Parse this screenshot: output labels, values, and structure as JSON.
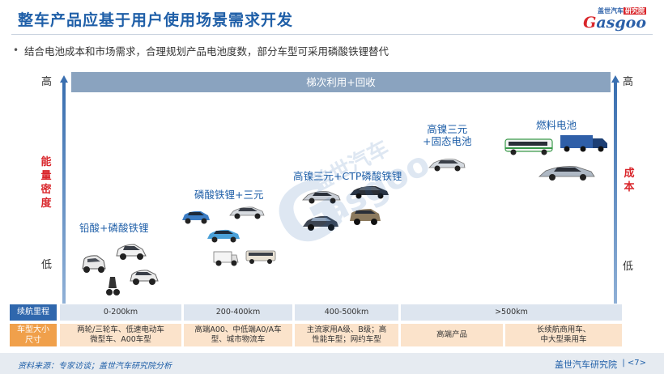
{
  "header": {
    "title": "整车产品应基于用户使用场景需求开发",
    "logo_top": "盖世汽车",
    "logo_top_badge": "研究院",
    "logo_main_g": "G",
    "logo_main_rest": "asgoo"
  },
  "bullet": {
    "dot": "•",
    "text": "结合电池成本和市场需求，合理规划产品电池度数，部分车型可采用磷酸铁锂替代"
  },
  "axes": {
    "left_high": "高",
    "left_low": "低",
    "left_title": [
      "能",
      "量",
      "密",
      "度"
    ],
    "right_high": "高",
    "right_low": "低",
    "right_title": [
      "成",
      "本"
    ]
  },
  "recycle_bar": "梯次利用+回收",
  "stages": {
    "s1": "铅酸+磷酸铁锂",
    "s2": "磷酸铁锂+三元",
    "s3": "高镍三元+CTP磷酸铁锂",
    "s4_line1": "高镍三元",
    "s4_line2": "+固态电池",
    "s5": "燃料电池"
  },
  "range_row": {
    "label": "续航里程",
    "cells": [
      "0-200km",
      "200-400km",
      "400-500km",
      ">500km"
    ]
  },
  "size_row": {
    "label_line1": "车型大小",
    "label_line2": "尺寸",
    "cells": [
      [
        "两轮/三轮车、低速电动车",
        "微型车、A00车型"
      ],
      [
        "高端A00、中低端A0/A车",
        "型、城市物流车"
      ],
      [
        "主流家用A级、B级；高",
        "性能车型；网约车型"
      ],
      [
        "高端产品",
        ""
      ],
      [
        "长续航商用车、",
        "中大型乘用车"
      ]
    ]
  },
  "footer": {
    "source": "资料来源：专家访谈；盖世汽车研究院分析",
    "org": "盖世汽车研究院",
    "page": "| <7>"
  },
  "colors": {
    "title_blue": "#1f5fa8",
    "accent_red": "#d9262b",
    "recycle_bar": "#8aa3bf",
    "row_label_blue": "#2f67ad",
    "row_label_orange": "#f0a04b",
    "range_cell": "#dde5ef",
    "size_cell": "#fbe3cb"
  },
  "icons": {
    "watermark": "gasgoo-watermark-icon"
  }
}
